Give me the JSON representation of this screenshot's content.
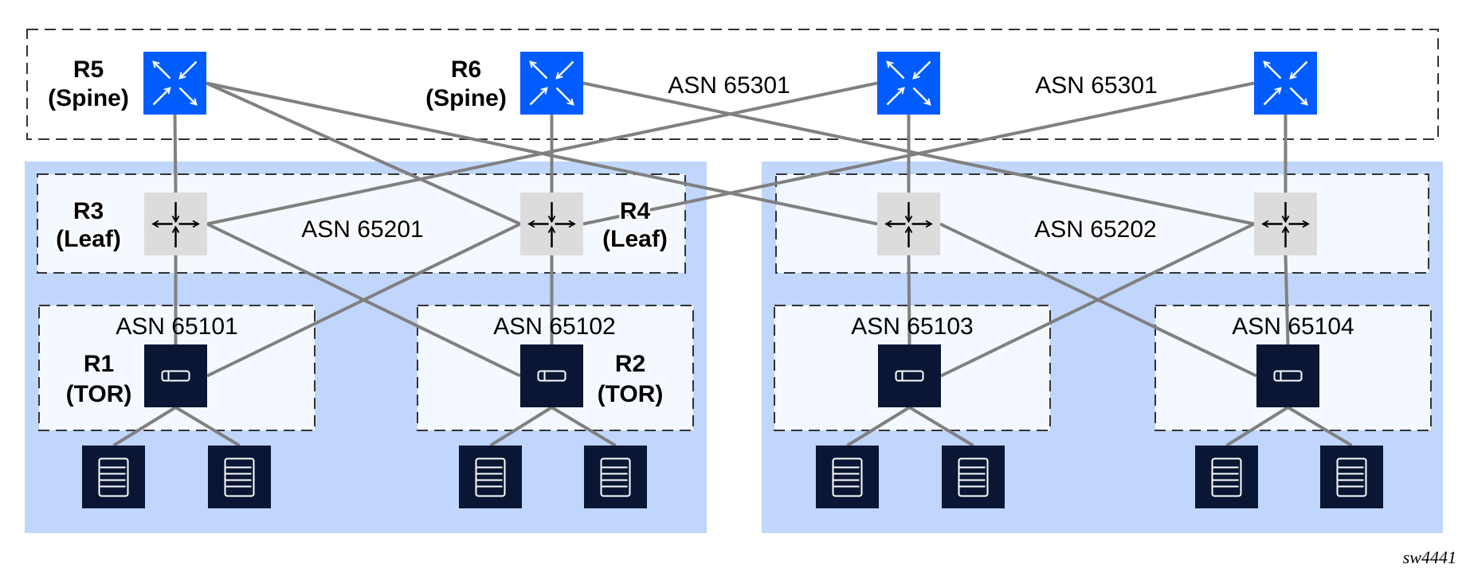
{
  "figure_id": "sw4441",
  "colors": {
    "zone_fill": "#c0d6fc",
    "spine_icon": "#005cff",
    "leaf_icon": "#dcdcdc",
    "tor_server_icon": "#0a1633",
    "link": "#808080"
  },
  "spine_layer": {
    "asn_labels": [
      "ASN 65301",
      "ASN 65301"
    ],
    "nodes": [
      {
        "id": "R5",
        "name": "R5",
        "role": "(Spine)"
      },
      {
        "id": "R6",
        "name": "R6",
        "role": "(Spine)"
      },
      {
        "id": "S3",
        "name": "",
        "role": ""
      },
      {
        "id": "S4",
        "name": "",
        "role": ""
      }
    ]
  },
  "pods": [
    {
      "leaf_asn": "ASN 65201",
      "leaves": [
        {
          "id": "R3",
          "name": "R3",
          "role": "(Leaf)"
        },
        {
          "id": "R4",
          "name": "R4",
          "role": "(Leaf)"
        }
      ],
      "tors": [
        {
          "id": "R1",
          "asn": "ASN 65101",
          "name": "R1",
          "role": "(TOR)",
          "servers": 2
        },
        {
          "id": "R2",
          "asn": "ASN 65102",
          "name": "R2",
          "role": "(TOR)",
          "servers": 2
        }
      ]
    },
    {
      "leaf_asn": "ASN 65202",
      "leaves": [
        {
          "id": "L3",
          "name": "",
          "role": ""
        },
        {
          "id": "L4",
          "name": "",
          "role": ""
        }
      ],
      "tors": [
        {
          "id": "T3",
          "asn": "ASN 65103",
          "name": "",
          "role": "",
          "servers": 2
        },
        {
          "id": "T4",
          "asn": "ASN 65104",
          "name": "",
          "role": "",
          "servers": 2
        }
      ]
    }
  ],
  "links": [
    [
      "R5",
      "R3"
    ],
    [
      "R5",
      "R4"
    ],
    [
      "R5",
      "L3"
    ],
    [
      "R6",
      "R4"
    ],
    [
      "R6",
      "L4"
    ],
    [
      "S3",
      "R3"
    ],
    [
      "S3",
      "L3"
    ],
    [
      "S4",
      "R4"
    ],
    [
      "S4",
      "L4"
    ],
    [
      "R3",
      "R1"
    ],
    [
      "R3",
      "R2"
    ],
    [
      "R4",
      "R1"
    ],
    [
      "R4",
      "R2"
    ],
    [
      "L3",
      "T3"
    ],
    [
      "L3",
      "T4"
    ],
    [
      "L4",
      "T3"
    ],
    [
      "L4",
      "T4"
    ]
  ]
}
